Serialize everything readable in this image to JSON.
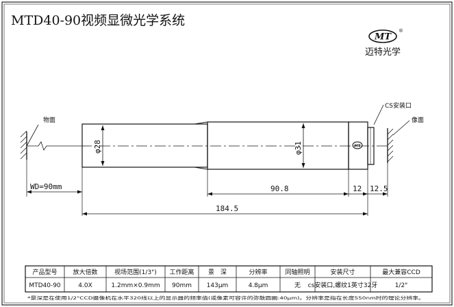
{
  "title": "MTD40-90视频显微光学系统",
  "brand": {
    "logo_text": "MT",
    "registered": "®",
    "name": "迈特光学"
  },
  "labels": {
    "object_plane": "物面",
    "image_plane": "像面",
    "cs_mount": "CS安装口",
    "logo_on_body": "MT"
  },
  "dimensions": {
    "dia_front": "φ28",
    "dia_rear": "φ31",
    "wd": "WD=90mm",
    "len_90_8": "90.8",
    "len_12": "12",
    "len_12_5": "12.5",
    "len_184_5": "184.5"
  },
  "table": {
    "headers": [
      "产品型号",
      "放大倍数",
      "视场范围(1/3\")",
      "工作距离",
      "景　深",
      "分辨率",
      "同轴照明",
      "安装尺寸",
      "最大兼容CCD"
    ],
    "row": [
      "MTD40-90",
      "4.0X",
      "1.2mm×0.9mm",
      "90mm",
      "143μm",
      "4.8μm",
      "无",
      "cs安装口,螺纹1英寸32牙",
      "1/2\""
    ]
  },
  "footnote": "*景深是在使用1/2\"CCD摄像机在水平320线以上的显示器的频率值(或像素可容许的弥散圆圈:40μm)。分辨率是指在长度550nm时的理论分辨率。"
}
